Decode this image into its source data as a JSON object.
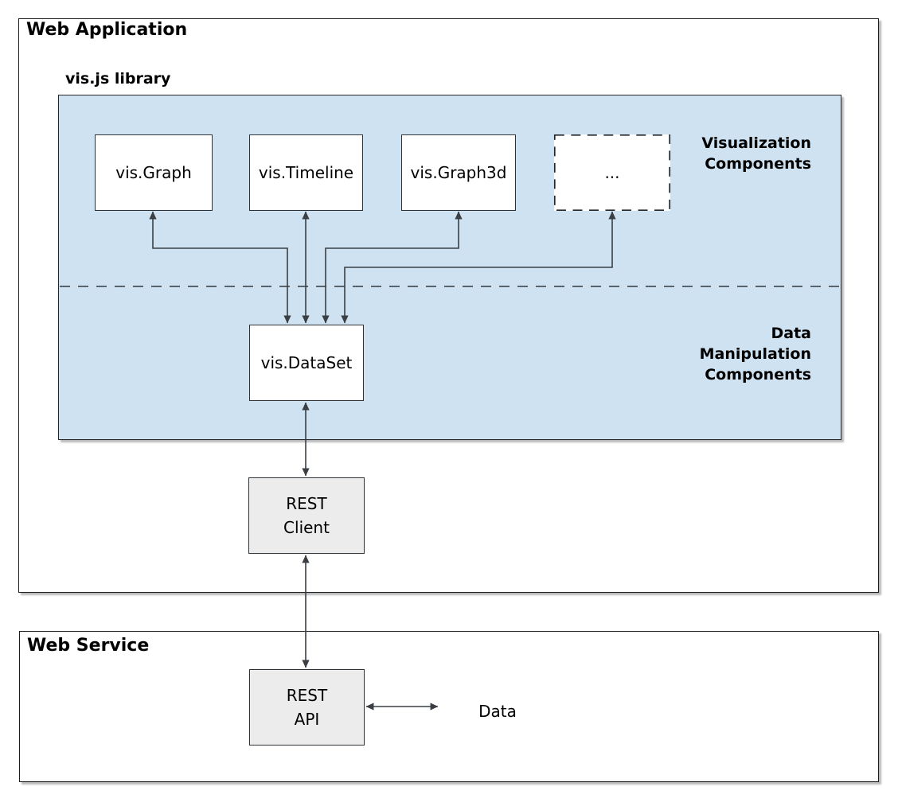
{
  "web_application": {
    "title": "Web Application"
  },
  "library": {
    "label": "vis.js library"
  },
  "visualization_components": {
    "label_lines": [
      "Visualization",
      "Components"
    ],
    "boxes": [
      {
        "label": "vis.Graph"
      },
      {
        "label": "vis.Timeline"
      },
      {
        "label": "vis.Graph3d"
      },
      {
        "label": "..."
      }
    ]
  },
  "data_manipulation": {
    "label_lines": [
      "Data",
      "Manipulation",
      "Components"
    ],
    "dataset_label": "vis.DataSet"
  },
  "rest_client": {
    "label_lines": [
      "REST",
      "Client"
    ]
  },
  "web_service": {
    "title": "Web Service",
    "rest_api": {
      "label_lines": [
        "REST",
        "API"
      ]
    },
    "data_store": {
      "label": "Data"
    }
  },
  "colors": {
    "background": "#ffffff",
    "library_fill": "#cfe2f1",
    "node_fill_white": "#ffffff",
    "node_fill_gray": "#ececec",
    "connector": "#3a3f45",
    "text": "#000000"
  }
}
